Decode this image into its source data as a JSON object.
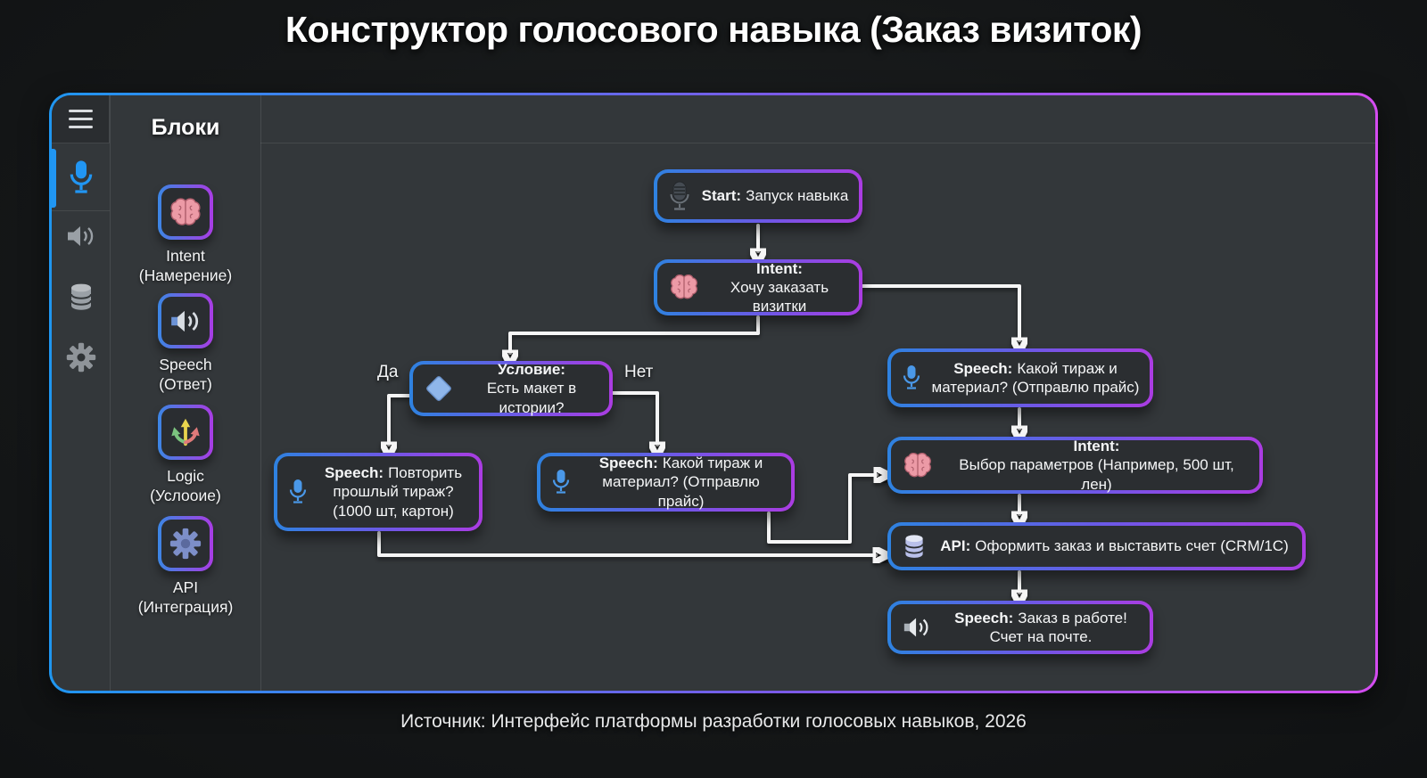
{
  "title": "Конструктор голосового навыка (Заказ визиток)",
  "footer": "Источник: Интерфейс платформы разработки голосовых навыков, 2026",
  "sidebar": {
    "icons": [
      {
        "name": "microphone",
        "active": true
      },
      {
        "name": "speaker",
        "active": false
      },
      {
        "name": "database",
        "active": false
      },
      {
        "name": "gear",
        "active": false
      }
    ]
  },
  "blocks_panel": {
    "title": "Блоки",
    "blocks": [
      {
        "label": "Intent",
        "sublabel": "(Намерение)",
        "icon": "brain-icon"
      },
      {
        "label": "Speech",
        "sublabel": "(Ответ)",
        "icon": "speaker-icon"
      },
      {
        "label": "Logic",
        "sublabel": "(Услооие)",
        "icon": "branch-arrows-icon"
      },
      {
        "label": "API",
        "sublabel": "(Интеграция)",
        "icon": "gear-icon"
      }
    ]
  },
  "flow": {
    "nodes": [
      {
        "id": "start",
        "prefix": "Start:",
        "text": "Запуск навыка",
        "icon": "studio-microphone-icon"
      },
      {
        "id": "intent-order",
        "prefix": "Intent:",
        "text": "Хочу заказать визитки",
        "icon": "brain-icon"
      },
      {
        "id": "condition-layout",
        "prefix": "Условие:",
        "text": "Есть макет в истории?",
        "icon": "diamond-icon"
      },
      {
        "id": "speech-repeat",
        "prefix": "Speech:",
        "text": "Повторить прошлый тираж? (1000 шт, картон)",
        "icon": "microphone-icon"
      },
      {
        "id": "speech-ask-mid",
        "prefix": "Speech:",
        "text": "Какой тираж и материал? (Отправлю прайс)",
        "icon": "microphone-icon"
      },
      {
        "id": "speech-ask-right",
        "prefix": "Speech:",
        "text": "Какой тираж и материал? (Отправлю прайс)",
        "icon": "microphone-icon"
      },
      {
        "id": "intent-params",
        "prefix": "Intent:",
        "text": "Выбор параметров (Например, 500 шт, лен)",
        "icon": "brain-icon"
      },
      {
        "id": "api-order",
        "prefix": "API:",
        "text": "Оформить заказ и выставить счет (CRM/1С)",
        "icon": "database-icon"
      },
      {
        "id": "speech-done",
        "prefix": "Speech:",
        "text": "Заказ в работе! Счет на почте.",
        "icon": "speaker-icon"
      }
    ],
    "edge_labels": {
      "yes": "Да",
      "no": "Нет"
    }
  },
  "colors": {
    "page_bg": "#151718",
    "panel_bg": "#33373a",
    "node_bg": "#2b2e31",
    "accent_blue": "#2e82e0",
    "accent_purple": "#ab3ce2",
    "connector": "#f6f6f6",
    "brain_pink": "#ec9aa6",
    "diamond_blue": "#8fb6ea",
    "mic_blue": "#4a98e8",
    "sidebar_icon_gray": "#9aa0a6"
  }
}
